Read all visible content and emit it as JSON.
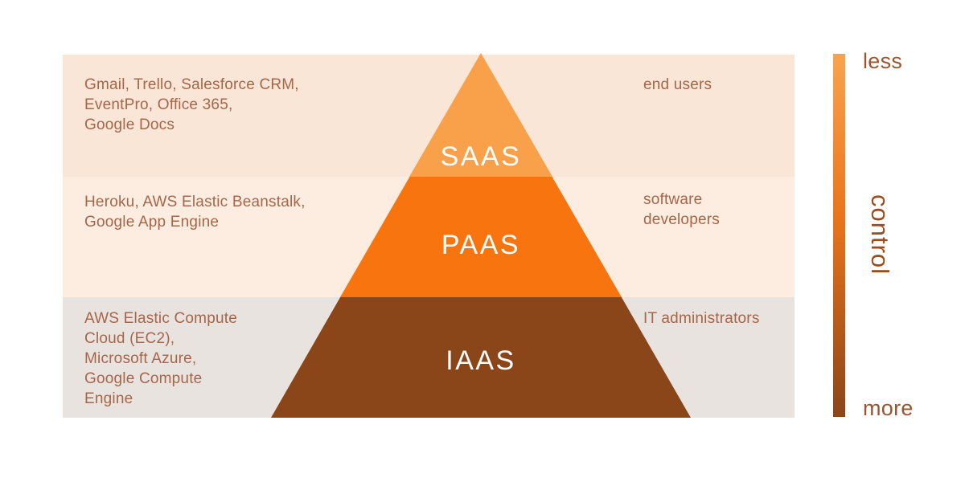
{
  "diagram": {
    "type": "pyramid",
    "layers": [
      {
        "id": "saas",
        "label": "SAAS",
        "examples": "Gmail, Trello, Salesforce CRM,\nEventPro, Office 365,\nGoogle Docs",
        "audience": "end users",
        "segment_color": "#f9a04a",
        "band_color": "#fae6d7"
      },
      {
        "id": "paas",
        "label": "PAAS",
        "examples": "Heroku, AWS Elastic Beanstalk,\nGoogle App Engine",
        "audience": "software\ndevelopers",
        "segment_color": "#f8740f",
        "band_color": "#fcede0"
      },
      {
        "id": "iaas",
        "label": "IAAS",
        "examples": "AWS Elastic Compute\nCloud (EC2),\nMicrosoft Azure,\nGoogle Compute\nEngine",
        "audience": "IT administrators",
        "segment_color": "#8a4519",
        "band_color": "#e9e3df"
      }
    ],
    "control_axis": {
      "title": "control",
      "top_label": "less",
      "bottom_label": "more",
      "gradient_top": "#f9a34e",
      "gradient_bottom": "#8a4519"
    },
    "text_color": "#a5664a"
  }
}
